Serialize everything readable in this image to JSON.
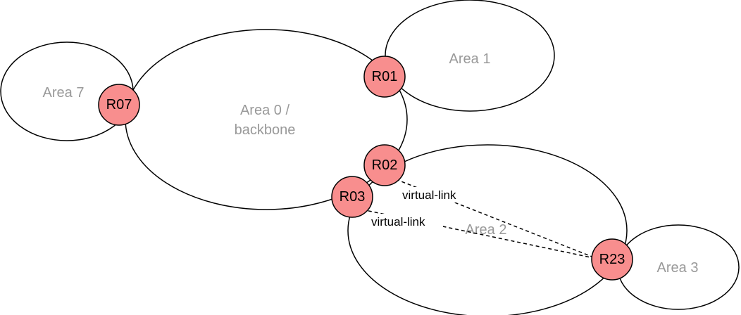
{
  "colors": {
    "router_fill": "#f88e8e",
    "area_label": "#999999",
    "stroke": "#000000"
  },
  "areas": [
    {
      "id": "area7",
      "label_lines": [
        "Area 7"
      ]
    },
    {
      "id": "area1",
      "label_lines": [
        "Area 1"
      ]
    },
    {
      "id": "area3",
      "label_lines": [
        "Area 3"
      ]
    },
    {
      "id": "area0",
      "label_lines": [
        "Area 0 /",
        "backbone"
      ]
    },
    {
      "id": "area2",
      "label_lines": [
        "Area 2"
      ]
    }
  ],
  "routers": [
    {
      "id": "r01",
      "label": "R01"
    },
    {
      "id": "r02",
      "label": "R02"
    },
    {
      "id": "r03",
      "label": "R03"
    },
    {
      "id": "r07",
      "label": "R07"
    },
    {
      "id": "r23",
      "label": "R23"
    }
  ],
  "virtual_links": [
    {
      "from": "R02",
      "to": "R23",
      "label": "virtual-link"
    },
    {
      "from": "R03",
      "to": "R23",
      "label": "virtual-link"
    }
  ]
}
